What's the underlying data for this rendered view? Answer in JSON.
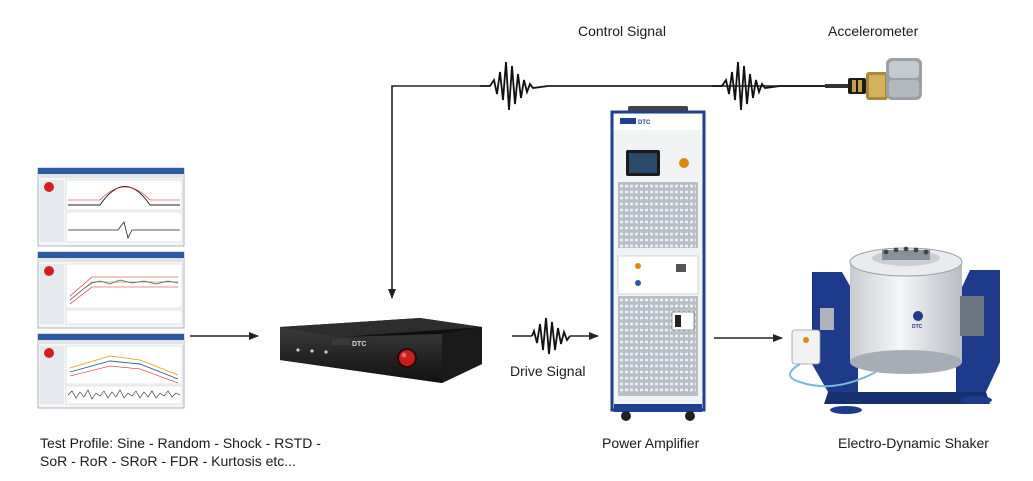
{
  "labels": {
    "control_signal": "Control Signal",
    "accelerometer": "Accelerometer",
    "drive_signal": "Drive Signal",
    "power_amplifier": "Power Amplifier",
    "shaker": "Electro-Dynamic Shaker",
    "test_profile_line1": "Test Profile: Sine - Random - Shock - RSTD -",
    "test_profile_line2": "SoR - RoR - SRoR - FDR - Kurtosis etc..."
  },
  "device_text": {
    "controller_brand": "DTC",
    "amplifier_brand": "DTC",
    "shaker_brand": "DTC"
  },
  "colors": {
    "line": "#222222",
    "amplifier_trim": "#1f3f8f",
    "shaker_frame": "#1e3a8a",
    "controller_body": "#202020",
    "controller_button": "#c81e1e",
    "software_red": "#d21f1f",
    "software_blue": "#2c5aa0"
  }
}
